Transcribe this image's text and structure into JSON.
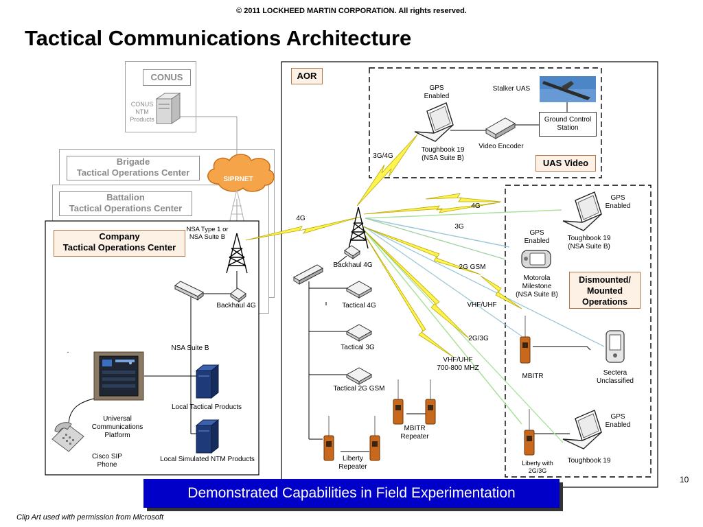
{
  "copyright": "© 2011 LOCKHEED MARTIN CORPORATION. All rights reserved.",
  "title": "Tactical Communications Architecture",
  "page_number": "10",
  "footer_note": "Clip Art used with permission from Microsoft",
  "banner": "Demonstrated Capabilities in Field Experimentation",
  "conus": {
    "label": "CONUS",
    "server_label": "CONUS\nNTM\nProducts"
  },
  "siprnet": "SIPRNET",
  "brigade": "Brigade\nTactical Operations Center",
  "battalion": "Battalion\nTactical Operations Center",
  "company": {
    "title": "Company\nTactical Operations Center",
    "nsa_type1": "NSA Type 1 or\nNSA Suite B",
    "backhaul": "Backhaul 4G",
    "nsa_suite_b": "NSA Suite B",
    "local_tactical": "Local Tactical Products",
    "universal": "Universal\nCommunications\nPlatform",
    "local_simulated": "Local Simulated NTM Products",
    "cisco": "Cisco SIP\nPhone",
    "dot": "."
  },
  "links": {
    "link_4g_left": "4G",
    "link_3g4g": "3G/4G",
    "link_4g_right": "4G",
    "link_3g": "3G",
    "link_2g_gsm": "2G GSM",
    "link_vhf_uhf": "VHF/UHF",
    "link_2g3g": "2G/3G",
    "link_vhf_uhf_mhz": "VHF/UHF\n700-800 MHZ"
  },
  "aor": {
    "label": "AOR",
    "backhaul": "Backhaul 4G",
    "tactical_4g": "Tactical 4G",
    "tactical_3g": "Tactical 3G",
    "tactical_2g": "Tactical 2G GSM",
    "mbitr_repeater": "MBITR\nRepeater",
    "liberty_repeater": "Liberty\nRepeater"
  },
  "uas": {
    "label": "UAS Video",
    "gps": "GPS\nEnabled",
    "stalker": "Stalker UAS",
    "ground_control": "Ground Control\nStation",
    "video_encoder": "Video Encoder",
    "toughbook": "Toughbook 19\n(NSA Suite B)"
  },
  "dismounted": {
    "label": "Dismounted/\nMounted\nOperations",
    "gps_top": "GPS\nEnabled",
    "toughbook_top": "Toughbook 19\n(NSA Suite B)",
    "gps_motorola": "GPS\nEnabled",
    "motorola": "Motorola\nMilestone\n(NSA Suite B)",
    "mbitr": "MBITR",
    "sectera": "Sectera\nUnclassified",
    "liberty": "Liberty with\n2G/3G",
    "gps_bottom": "GPS\nEnabled",
    "toughbook_bottom": "Toughbook 19"
  }
}
